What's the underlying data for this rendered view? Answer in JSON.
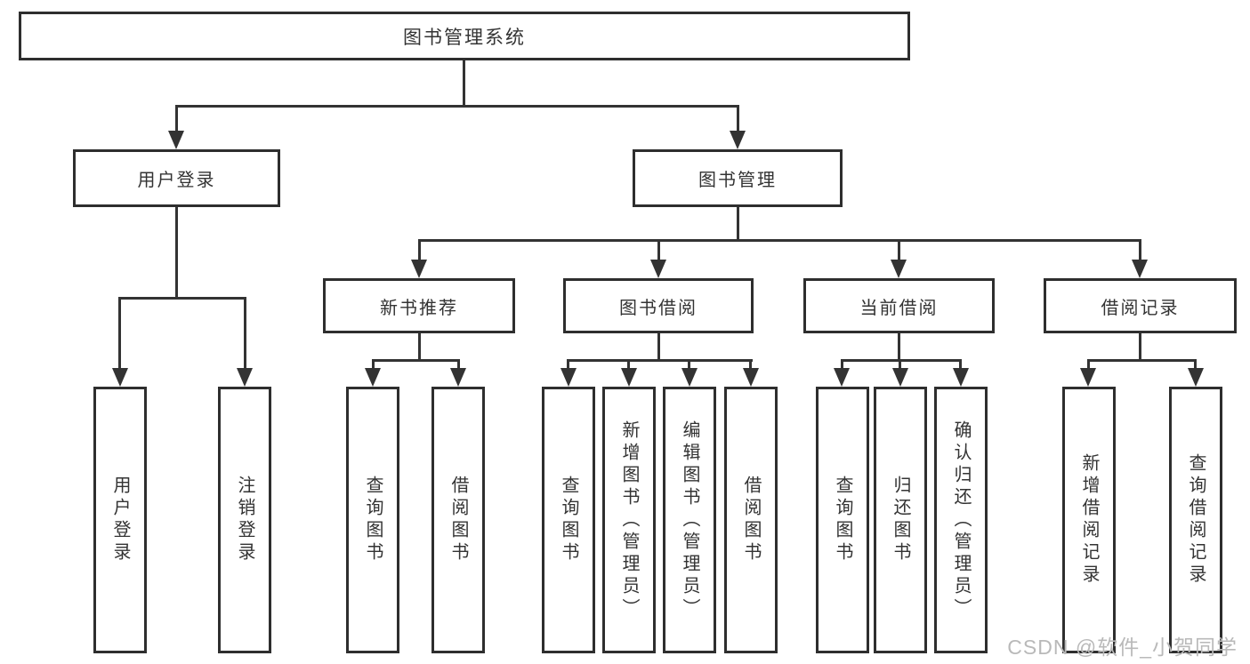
{
  "colors": {
    "background": "#ffffff",
    "line": "#333333",
    "box_border": "#2e2e2e",
    "text": "#333333",
    "watermark": "#b9b9b9"
  },
  "tree": {
    "root": {
      "label": "图书管理系统",
      "children": [
        {
          "label": "用户登录",
          "children": [
            {
              "label": "用户登录"
            },
            {
              "label": "注销登录"
            }
          ]
        },
        {
          "label": "图书管理",
          "children": [
            {
              "label": "新书推荐",
              "children": [
                {
                  "label": "查询图书"
                },
                {
                  "label": "借阅图书"
                }
              ]
            },
            {
              "label": "图书借阅",
              "children": [
                {
                  "label": "查询图书"
                },
                {
                  "label": "新增图书（管理员）"
                },
                {
                  "label": "编辑图书（管理员）"
                },
                {
                  "label": "借阅图书"
                }
              ]
            },
            {
              "label": "当前借阅",
              "children": [
                {
                  "label": "查询图书"
                },
                {
                  "label": "归还图书"
                },
                {
                  "label": "确认归还（管理员）"
                }
              ]
            },
            {
              "label": "借阅记录",
              "children": [
                {
                  "label": "新增借阅记录"
                },
                {
                  "label": "查询借阅记录"
                }
              ]
            }
          ]
        }
      ]
    }
  },
  "watermark": {
    "text": "CSDN @软件_小贺同学"
  }
}
